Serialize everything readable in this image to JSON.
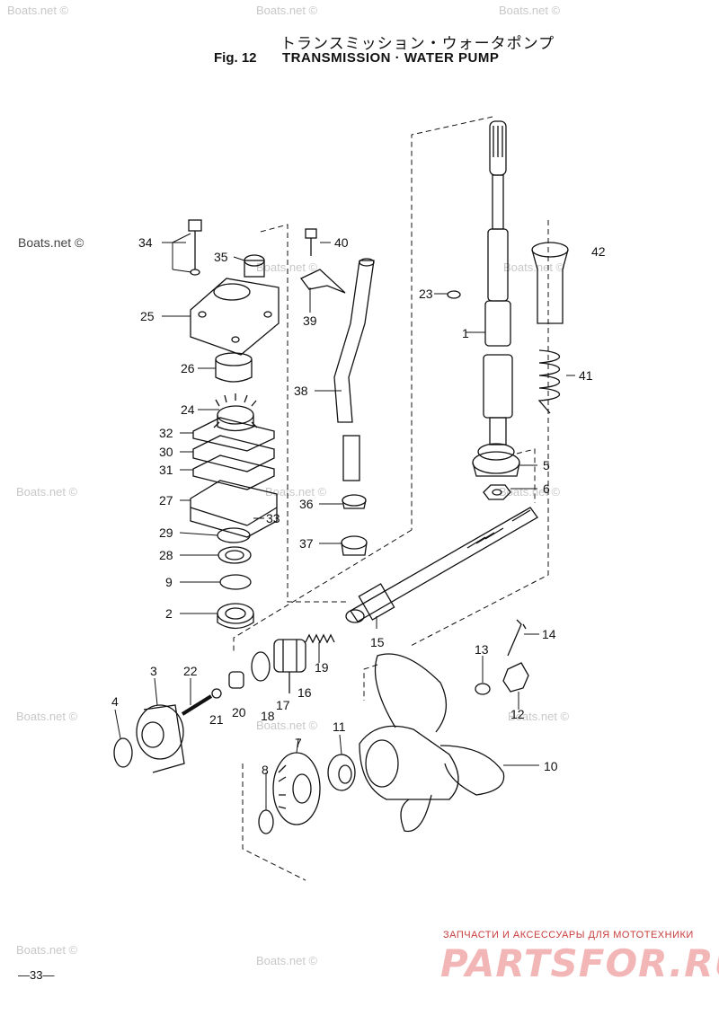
{
  "header": {
    "title_jp": "トランスミッション・ウォータポンプ",
    "fig": "Fig. 12",
    "title_en": "TRANSMISSION · WATER PUMP"
  },
  "watermarks": [
    "Boats.net ©",
    "Boats.net ©",
    "Boats.net ©",
    "Boats.net ©",
    "Boats.net ©",
    "Boats.net ©",
    "Boats.net ©",
    "Boats.net ©",
    "Boats.net ©",
    "Boats.net ©",
    "Boats.net ©",
    "Boats.net ©",
    "Boats.net ©"
  ],
  "watermark_main": "Boats.net ©",
  "parts": {
    "p1": "1",
    "p2": "2",
    "p3": "3",
    "p4": "4",
    "p5": "5",
    "p6": "6",
    "p7": "7",
    "p8": "8",
    "p9": "9",
    "p10": "10",
    "p11": "11",
    "p12": "12",
    "p13": "13",
    "p14": "14",
    "p15": "15",
    "p16": "16",
    "p17": "17",
    "p18": "18",
    "p19": "19",
    "p20": "20",
    "p21": "21",
    "p22": "22",
    "p23": "23",
    "p24": "24",
    "p25": "25",
    "p26": "26",
    "p27": "27",
    "p28": "28",
    "p29": "29",
    "p30": "30",
    "p31": "31",
    "p32": "32",
    "p33": "33",
    "p34": "34",
    "p35": "35",
    "p36": "36",
    "p37": "37",
    "p38": "38",
    "p39": "39",
    "p40": "40",
    "p41": "41",
    "p42": "42"
  },
  "page_number": "—33—",
  "promo": {
    "small": "ЗАПЧАСТИ И АКСЕССУАРЫ ДЛЯ МОТОТЕХНИКИ",
    "big": "PARTSFOR.RU"
  }
}
